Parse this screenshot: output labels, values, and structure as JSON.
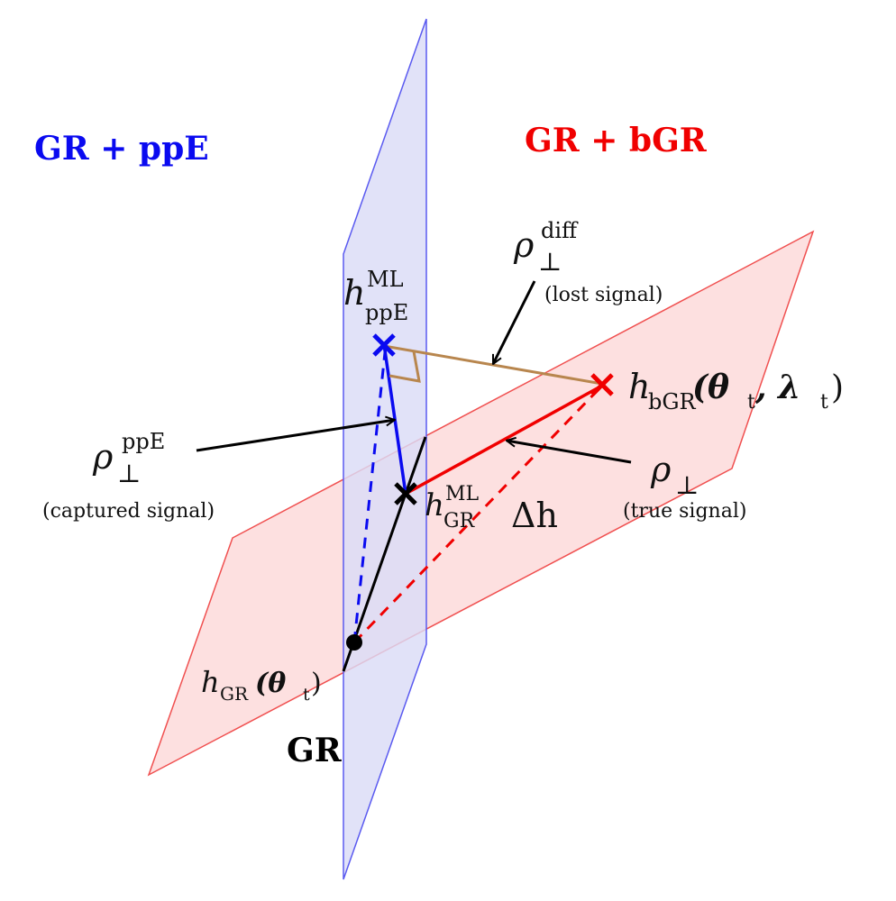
{
  "headings": {
    "ppe": "GR + ppE",
    "bgr": "GR + bGR",
    "gr": "GR"
  },
  "math": {
    "h_ppe_main": "h",
    "h_ppe_sup": "ML",
    "h_ppe_sub": "ppE",
    "h_bgr_main": "h",
    "h_bgr_sub": "bGR",
    "h_bgr_args": "(θ",
    "h_bgr_t1": "t",
    "h_bgr_mid": ", λ",
    "h_bgr_t2": "t",
    "h_bgr_close": ")",
    "h_gr_ml_main": "h",
    "h_gr_ml_sup": "ML",
    "h_gr_ml_sub": "GR",
    "h_gr_true_main": "h",
    "h_gr_true_sub": "GR",
    "h_gr_true_args": "(θ",
    "h_gr_true_t": "t",
    "h_gr_true_close": ")",
    "delta_h": "Δh",
    "rho_diff_main": "ρ",
    "rho_diff_sub": "⊥",
    "rho_diff_sup": "diff",
    "rho_ppe_main": "ρ",
    "rho_ppe_sub": "⊥",
    "rho_ppe_sup": "ppE",
    "rho_perp_main": "ρ",
    "rho_perp_sub": "⊥"
  },
  "annotations": {
    "lost": "(lost signal)",
    "captured": "(captured signal)",
    "true": "(true signal)"
  },
  "colors": {
    "blue": "#0a0af0",
    "blue_fill": "#dadcf7",
    "blue_edge": "#5a5af0",
    "red": "#f00000",
    "red_fill": "#fde0e0",
    "red_edge": "#f05050",
    "brown": "#b8864e",
    "black": "#000000"
  }
}
